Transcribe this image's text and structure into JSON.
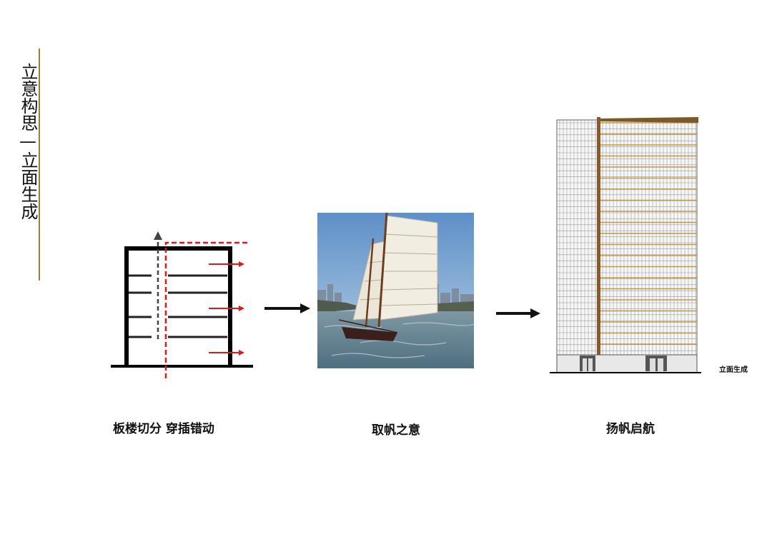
{
  "title": "立意构思—立面生成",
  "captions": {
    "step1": "板楼切分  穿插错动",
    "step2": "取帆之意",
    "step3": "扬帆启航"
  },
  "elevation_label": "立面生成",
  "colors": {
    "accent_rule": "#9a7d3e",
    "red_dash": "#e01818",
    "arrow": "#111111",
    "facade_gold": "#c39a3f"
  }
}
